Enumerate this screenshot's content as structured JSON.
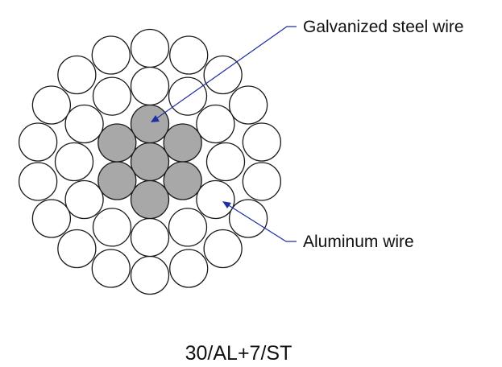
{
  "diagram": {
    "labels": {
      "steel": "Galvanized steel wire",
      "aluminum": "Aluminum wire"
    },
    "caption": "30/AL+7/ST",
    "colors": {
      "steel_fill": "#a8a8a8",
      "aluminum_fill": "#ffffff",
      "outline": "#1a1a1a",
      "leader": "#1f2f9e"
    },
    "strands": {
      "steel_count": 7,
      "aluminum_count": 30,
      "aluminum_layers": [
        12,
        18
      ]
    }
  }
}
